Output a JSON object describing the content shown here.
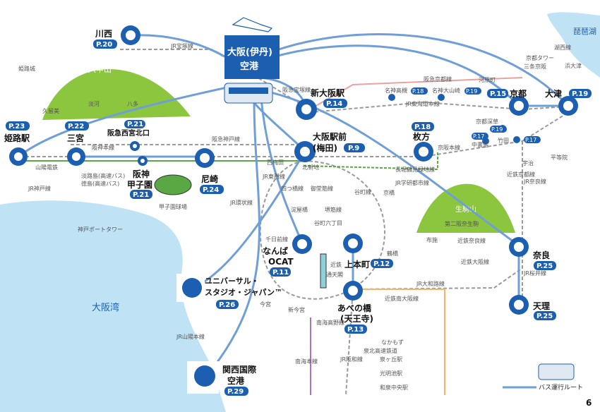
{
  "page_number": "6",
  "legend": {
    "bus_route": "バス運行ルート"
  },
  "colors": {
    "sea": "#bfe3f5",
    "bus": "#6f9fd6",
    "station_blue": "#1c5fb0",
    "hill": "#8cc63f"
  },
  "places": {
    "biwako": "琵琶湖",
    "rokko": "六甲山",
    "himeji_castle": "姫路城",
    "osaka_bay": "大阪湾",
    "kobe_tower": "神戸ポートタワー",
    "koshien_stadium": "甲子園球場",
    "kyoto_tower": "京都タワー",
    "byodoin": "平等院",
    "ikoma": "生駒山",
    "tsutenkaku": "通天閣"
  },
  "stations": {
    "kawanishi": "川西",
    "kawanishi_p": "P.20",
    "itami_1": "大阪(伊丹)",
    "itami_2": "空港",
    "shin_osaka": "新大阪駅",
    "shin_osaka_p": "P.14",
    "osaka_umeda_1": "大阪駅前",
    "osaka_umeda_2": "(梅田)",
    "osaka_umeda_p": "P.9",
    "himeji": "姫路駅",
    "himeji_p": "P.23",
    "sannomiya": "三宮",
    "sannomiya_p": "P.22",
    "nishinomiya": "阪急西宮北口",
    "nishinomiya_p": "P.21",
    "koshien_1": "阪神",
    "koshien_2": "甲子園",
    "koshien_p": "P.21",
    "amagasaki": "尼崎",
    "amagasaki_p": "P.24",
    "kyoto": "京都",
    "kyoto_p": "P.15",
    "otsu": "大津",
    "otsu_p": "P.19",
    "hirakata": "枚方",
    "hirakata_p": "P.18",
    "nara": "奈良",
    "nara_p": "P.25",
    "tenri": "天理",
    "tenri_p": "P.25",
    "namba_1": "なんば",
    "namba_2": "OCAT",
    "namba_p": "P.11",
    "uehommachi": "上本町",
    "uehommachi_p": "P.12",
    "abeno_1": "あべの橋",
    "abeno_2": "(天王寺)",
    "abeno_p": "P.13",
    "usj_1": "ユニバーサル・",
    "usj_2": "スタジオ・ジャパン™",
    "usj_p": "P.26",
    "kix_1": "関西国際",
    "kix_2": "空港",
    "kix_p": "P.29",
    "nagaokakyo": "名神高槻",
    "nagaokakyo_p": "P.18",
    "oyamazaki": "名神大山崎",
    "oyamazaki_p": "P.19",
    "fukakusa": "京都深草",
    "fukakusa_p": "P.19",
    "kyotanabe": "中書島",
    "kyotanabe_p": "P.17",
    "takeda": "竹田",
    "takeda_p": "P.17",
    "hamaotsu": "浜大津",
    "kawaramachi": "河原町",
    "sanjo": "三条京阪",
    "uji": "宇治",
    "nishiyamato": "第二阪奈生駒",
    "kumede": "久留美",
    "tanigawa": "淡河",
    "yata": "八多",
    "nishiumeda": "西梅田",
    "kitashinchi": "北新地",
    "yodoyabashi": "淀屋橋",
    "kyobashi": "京橋",
    "tanimachi6": "谷町六丁目",
    "tsuruhashi": "鶴橋",
    "fuse": "布施",
    "imamiya": "今宮",
    "shinimamiya": "新今宮",
    "kintetsu": "近鉄",
    "nakamozu": "なかもず",
    "izumigaoka": "泉ヶ丘駅",
    "komyoike": "光明池駅",
    "izumichuo": "和泉中央駅"
  },
  "lines": {
    "takarazuka": "JR宝塚線",
    "hankyu_kobe": "阪急神戸線",
    "hanshin": "阪神本線",
    "sanyo": "山陽電鉄",
    "jr_kobe": "JR神戸線",
    "awaji_bus": "淡路島(高速バス)",
    "tokushima_bus": "徳島(高速バス)",
    "hankyu_takarazuka": "阪急宝塚線",
    "hankyu_kyoto": "阪急京都線",
    "jr_tokaido": "JR東海道本線",
    "keihan": "京阪本線",
    "nagahori": "長堀鶴見緑地線",
    "gakkentoshi": "JR学研都市線",
    "tozai": "JR東西線",
    "midosuji": "御堂筋線",
    "yotsubashi": "四つ橋線",
    "tanimachi": "谷町線",
    "sakaisuji": "堺筋線",
    "kanjo": "JR環状線",
    "sennichimae": "千日前線",
    "kintetsu_nara": "近鉄奈良線",
    "kintetsu_osaka": "近鉄大阪線",
    "yamatoji": "JR大和路線",
    "kintetsu_minami": "近鉄南大阪線",
    "nankai_koya": "南海高野線",
    "nankai_main": "南海本線",
    "hanwa": "JR阪和線",
    "senboku": "泉北高速鉄道",
    "kintetsu_kyoto": "近鉄京都線",
    "jr_nara": "JR奈良線",
    "sakurai": "JR桜井線",
    "jr_kosei": "湖西線",
    "jr_yamato": "JR山陽本線"
  }
}
